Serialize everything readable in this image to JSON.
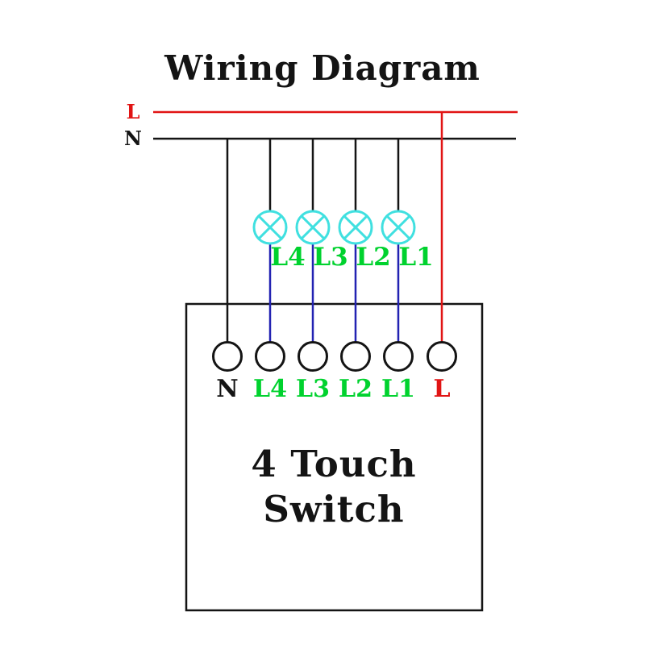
{
  "title": "Wiring Diagram",
  "colors": {
    "live": "#e11414",
    "neutral": "#141414",
    "lamp_stroke": "#40e0e0",
    "load_wire": "#2222b2",
    "load_label": "#00d22e",
    "outline": "#141414"
  },
  "bus_lines": {
    "live_label": "L",
    "neutral_label": "N"
  },
  "lamps": [
    {
      "label": "L4"
    },
    {
      "label": "L3"
    },
    {
      "label": "L2"
    },
    {
      "label": "L1"
    }
  ],
  "terminals": [
    {
      "label": "N",
      "type": "neutral"
    },
    {
      "label": "L4",
      "type": "load"
    },
    {
      "label": "L3",
      "type": "load"
    },
    {
      "label": "L2",
      "type": "load"
    },
    {
      "label": "L1",
      "type": "load"
    },
    {
      "label": "L",
      "type": "live"
    }
  ],
  "device": {
    "name_line1": "4 Touch",
    "name_line2": "Switch"
  }
}
